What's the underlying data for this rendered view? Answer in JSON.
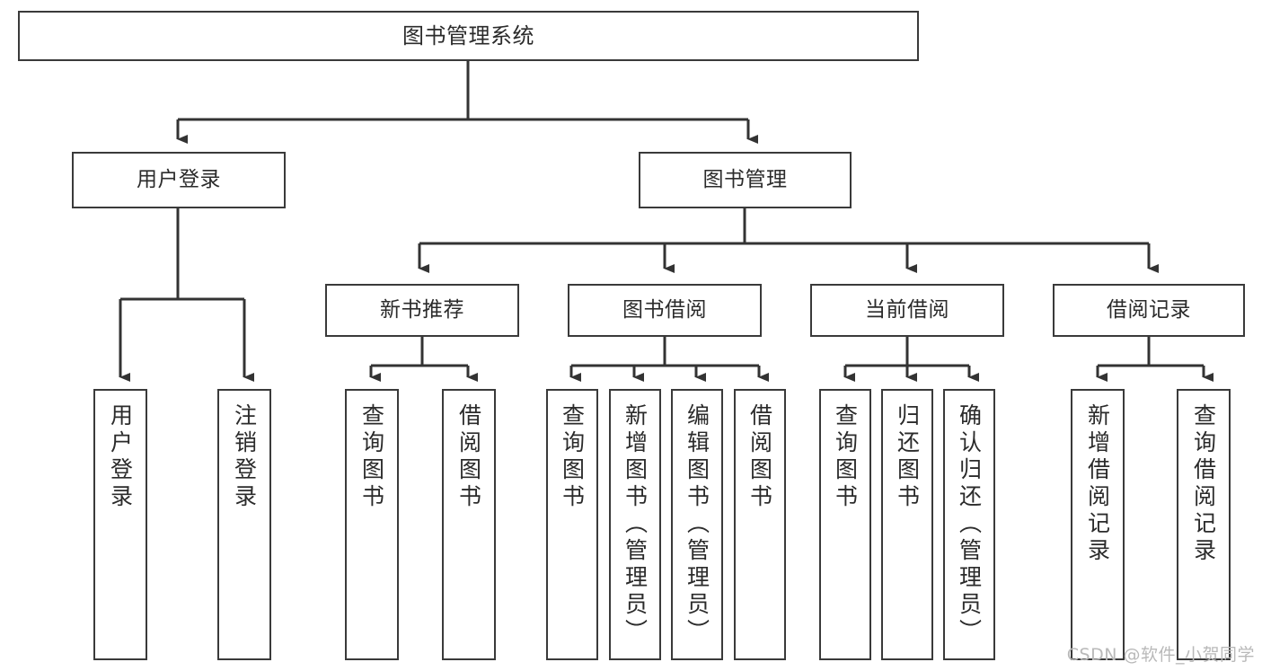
{
  "diagram": {
    "title": "图书管理系统",
    "type": "tree-hierarchy-chart",
    "root": {
      "label": "图书管理系统"
    },
    "level2": [
      {
        "label": "用户登录"
      },
      {
        "label": "图书管理"
      }
    ],
    "level3": [
      {
        "label": "新书推荐"
      },
      {
        "label": "图书借阅"
      },
      {
        "label": "当前借阅"
      },
      {
        "label": "借阅记录"
      }
    ],
    "leaves": {
      "user_login": [
        {
          "label": "用户登录"
        },
        {
          "label": "注销登录"
        }
      ],
      "new_book_recommend": [
        {
          "label": "查询图书"
        },
        {
          "label": "借阅图书"
        }
      ],
      "book_borrow": [
        {
          "label": "查询图书"
        },
        {
          "label": "新增图书（管理员）"
        },
        {
          "label": "编辑图书（管理员）"
        },
        {
          "label": "借阅图书"
        }
      ],
      "current_borrow": [
        {
          "label": "查询图书"
        },
        {
          "label": "归还图书"
        },
        {
          "label": "确认归还（管理员）"
        }
      ],
      "borrow_record": [
        {
          "label": "新增借阅记录"
        },
        {
          "label": "查询借阅记录"
        }
      ]
    }
  },
  "watermark": {
    "text": "CSDN @软件_小贺同学"
  },
  "colors": {
    "box_border": "#3a3a3a",
    "box_fill": "#ffffff",
    "text": "#2b2b2b",
    "connector": "#333333",
    "watermark": "#b9b9b9",
    "background": "#ffffff"
  }
}
